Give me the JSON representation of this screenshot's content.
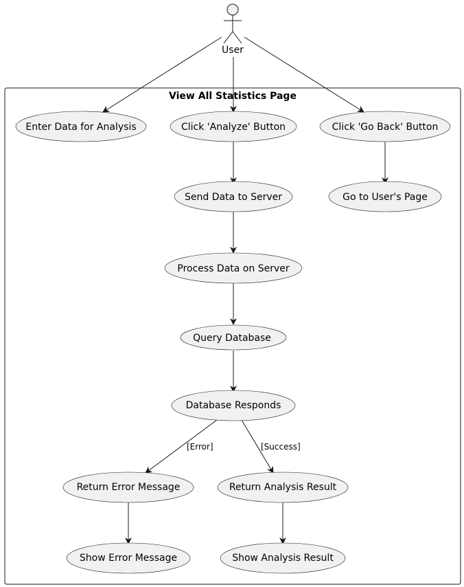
{
  "actor": {
    "name": "User"
  },
  "boundary": {
    "title": "View All Statistics Page"
  },
  "use_cases": {
    "enter_data": "Enter Data for Analysis",
    "click_analyze": "Click 'Analyze' Button",
    "click_go_back": "Click 'Go Back' Button",
    "send_data": "Send Data to Server",
    "go_to_user_page": "Go to User's Page",
    "process_data": "Process Data on Server",
    "query_db": "Query Database",
    "db_responds": "Database Responds",
    "return_error": "Return Error Message",
    "return_result": "Return Analysis Result",
    "show_error": "Show Error Message",
    "show_result": "Show Analysis Result"
  },
  "edge_labels": {
    "error": "[Error]",
    "success": "[Success]"
  },
  "colors": {
    "ellipse_fill": "#f1f1f1",
    "stroke": "#181818"
  }
}
